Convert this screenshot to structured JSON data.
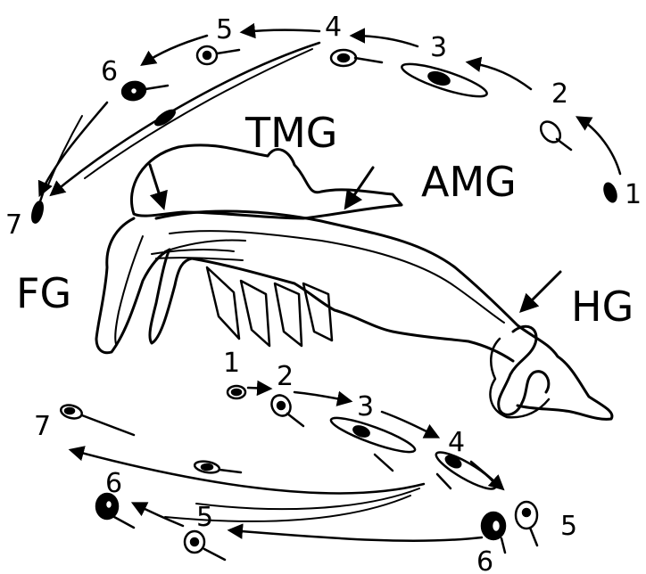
{
  "diagram": {
    "regions": {
      "tmg": "TMG",
      "amg": "AMG",
      "fg": "FG",
      "hg": "HG"
    },
    "upper_sequence": [
      "1",
      "2",
      "3",
      "4",
      "5",
      "6",
      "7"
    ],
    "lower_sequence": [
      "1",
      "2",
      "3",
      "4",
      "5",
      "6",
      "7",
      "6",
      "5"
    ]
  },
  "colors": {
    "ink": "#000000",
    "background": "#ffffff"
  }
}
